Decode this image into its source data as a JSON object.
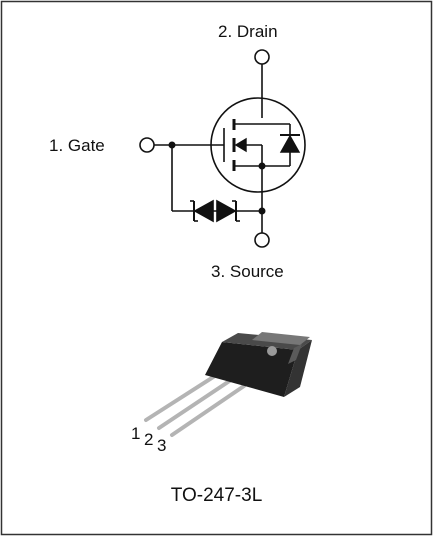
{
  "schematic": {
    "drain_label": "2. Drain",
    "gate_label": "1. Gate",
    "source_label": "3. Source"
  },
  "package": {
    "pin_numbers": [
      "1",
      "2",
      "3"
    ],
    "name": "TO-247-3L"
  },
  "colors": {
    "line": "#111111",
    "border": "#333333",
    "body": "#1e1e1e",
    "tab": "#777777",
    "leads": "#b4b4b4"
  }
}
